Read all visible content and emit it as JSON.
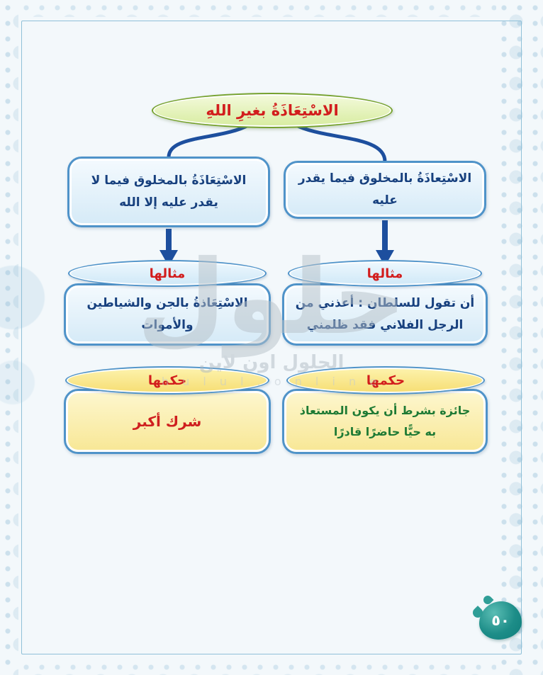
{
  "page": {
    "number_arabic": "٥٠"
  },
  "watermark": {
    "logo_text": "حلول",
    "line1": "الحلول اون لاين",
    "line2": "h u l u l . o n l i n e"
  },
  "diagram": {
    "root": {
      "label": "الاسْتِعَاذَةُ بغيرِ اللهِ"
    },
    "branches": [
      {
        "side": "right",
        "definition": "الاسْتِعاذَةُ بالمخلوق فيما يقدر عليه",
        "example_label": "مثالها",
        "example": "أن تقول للسلطان : أعذني من الرجل الفلاني فقد ظلمني",
        "ruling_label": "حكمها",
        "ruling": "جائزة بشرط أن يكون المستعاذ به حيًّا حاضرًا قادرًا"
      },
      {
        "side": "left",
        "definition": "الاسْتِعَاذَةُ بالمخلوق فيما لا يقدر عليه إلا الله",
        "example_label": "مثالها",
        "example": "الاسْتِعَاذةُ بالجن والشياطين والأموات",
        "ruling_label": "حكمها",
        "ruling": "شرك أكبر"
      }
    ]
  },
  "colors": {
    "title_red": "#d21d1d",
    "box_border_blue": "#4f93c9",
    "box_text_navy": "#17407e",
    "connector_blue": "#1d4f9e",
    "root_border_green": "#76a22f",
    "ruling_text_green": "#1e7a34",
    "ruling_text_red": "#cf1f1f",
    "yellow_fill": "#f8e795",
    "page_badge_teal": "#14807c"
  }
}
